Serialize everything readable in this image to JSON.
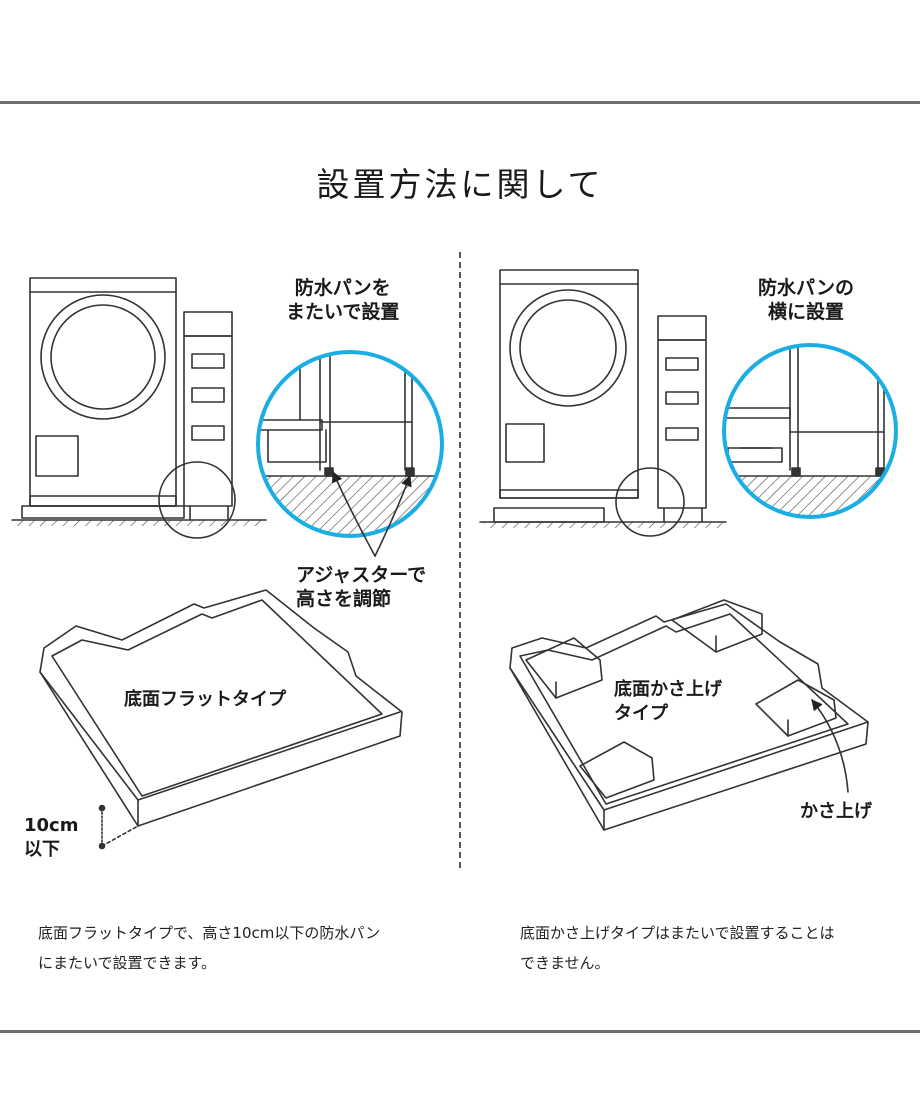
{
  "title": "設置方法に関して",
  "left": {
    "callout": [
      "防水パンを",
      "またいで設置"
    ],
    "adjuster": [
      "アジャスターで",
      "高さを調節"
    ],
    "tray_label": "底面フラットタイプ",
    "height_label": [
      "10cm",
      "以下"
    ],
    "description": [
      "底面フラットタイプで、高さ10cm以下の防水パン",
      "にまたいで設置できます。"
    ]
  },
  "right": {
    "callout": [
      "防水パンの",
      "横に設置"
    ],
    "tray_label": [
      "底面かさ上げ",
      "タイプ"
    ],
    "raise_label": "かさ上げ",
    "description": [
      "底面かさ上げタイプはまたいで設置することは",
      "できません。"
    ]
  },
  "colors": {
    "accent_circle": "#1aaee4",
    "line": "#333333",
    "rule": "#6e6e6e"
  }
}
